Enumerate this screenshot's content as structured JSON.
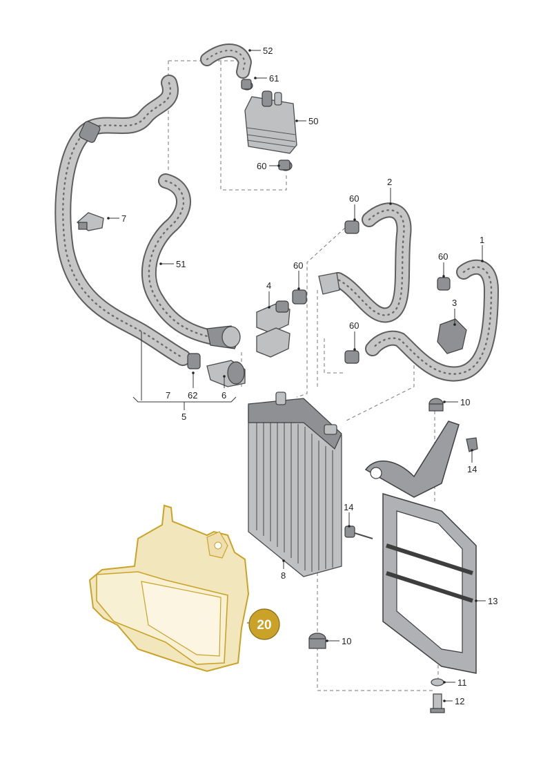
{
  "parts": [
    {
      "id": "p52",
      "label": "52"
    },
    {
      "id": "p61",
      "label": "61"
    },
    {
      "id": "p50",
      "label": "50"
    },
    {
      "id": "p60a",
      "label": "60"
    },
    {
      "id": "p7a",
      "label": "7"
    },
    {
      "id": "p51",
      "label": "51"
    },
    {
      "id": "p2",
      "label": "2"
    },
    {
      "id": "p60b",
      "label": "60"
    },
    {
      "id": "p1",
      "label": "1"
    },
    {
      "id": "p60c",
      "label": "60"
    },
    {
      "id": "p60d",
      "label": "60"
    },
    {
      "id": "p4",
      "label": "4"
    },
    {
      "id": "p3",
      "label": "3"
    },
    {
      "id": "p60e",
      "label": "60"
    },
    {
      "id": "p7b",
      "label": "7"
    },
    {
      "id": "p62",
      "label": "62"
    },
    {
      "id": "p6",
      "label": "6"
    },
    {
      "id": "p5",
      "label": "5"
    },
    {
      "id": "p10a",
      "label": "10"
    },
    {
      "id": "p14a",
      "label": "14"
    },
    {
      "id": "p14b",
      "label": "14"
    },
    {
      "id": "p8",
      "label": "8"
    },
    {
      "id": "p13",
      "label": "13"
    },
    {
      "id": "p10b",
      "label": "10"
    },
    {
      "id": "p11",
      "label": "11"
    },
    {
      "id": "p12",
      "label": "12"
    }
  ],
  "highlight": {
    "label": "20",
    "color": "#c9a227",
    "fill": "#f2e6bc"
  },
  "colors": {
    "hose": "#c6c6c6",
    "metal": "#bfc0c2",
    "outline": "#4a4a4a"
  }
}
